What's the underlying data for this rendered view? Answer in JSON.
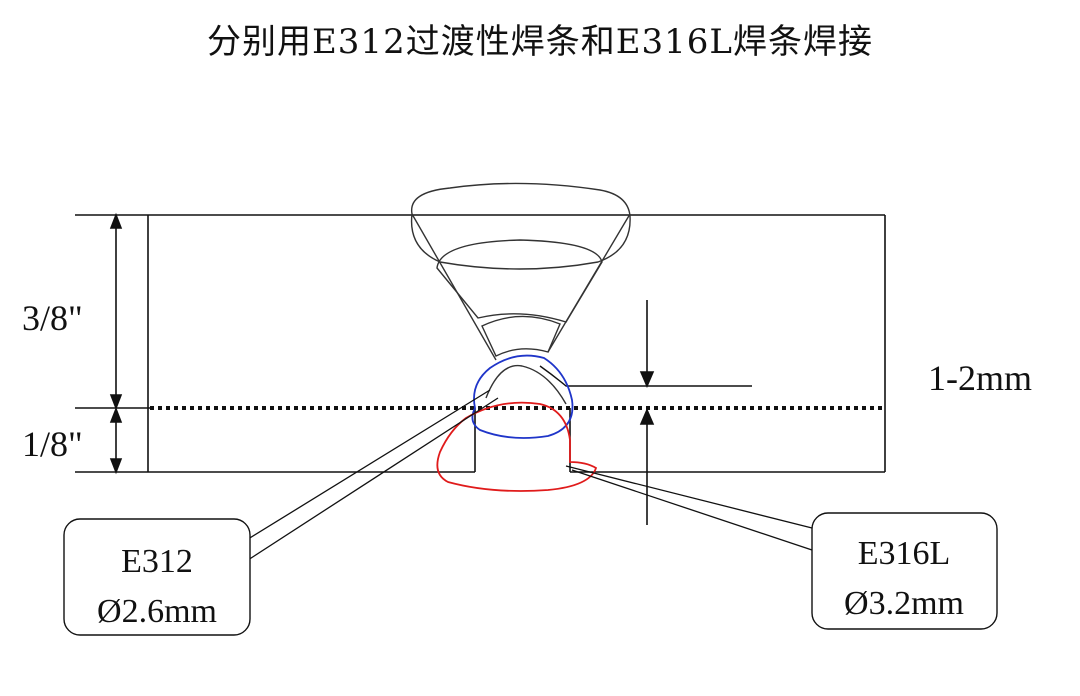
{
  "title": "分别用E312过渡性焊条和E316L焊条焊接",
  "dimensions": {
    "top_thickness": "3/8\"",
    "bottom_thickness": "1/8\"",
    "gap": "1-2mm"
  },
  "callouts": {
    "left": {
      "line1": "E312",
      "line2": "Ø2.6mm"
    },
    "right": {
      "line1": "E316L",
      "line2": "Ø3.2mm"
    }
  },
  "colors": {
    "e312_pass": "#1f35c9",
    "e316l_pass": "#e01b1b",
    "line": "#111111"
  }
}
